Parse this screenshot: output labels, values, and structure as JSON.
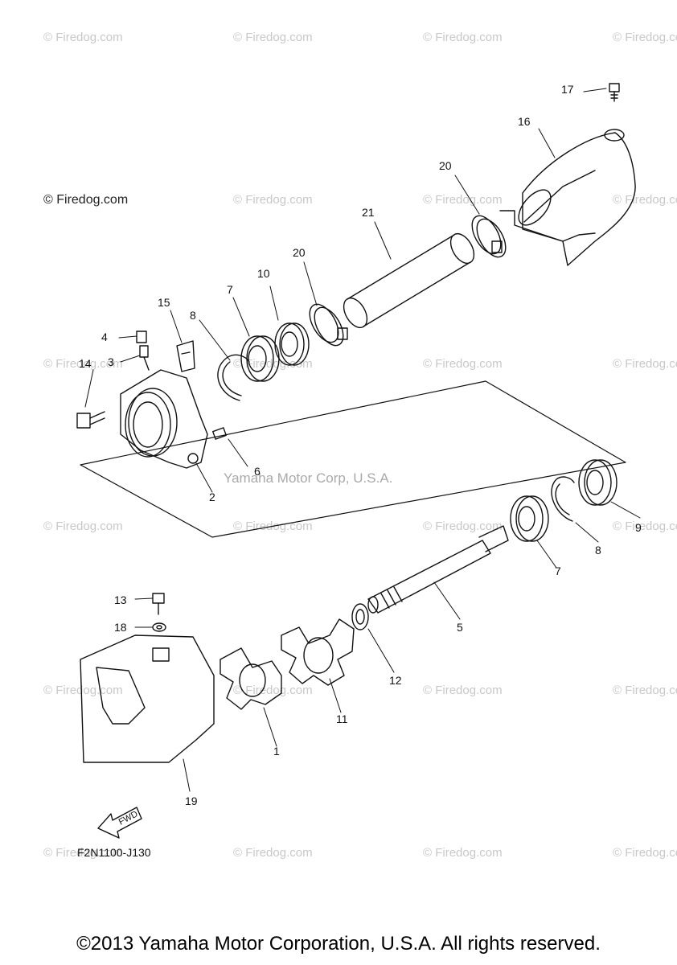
{
  "watermark": {
    "text": "© Firedog.com",
    "main_text": "© Firedog.com",
    "corp_text": "Yamaha Motor Corp, U.S.A."
  },
  "diagram": {
    "code": "F2N1100-J130",
    "fwd_label": "FWD",
    "callouts": [
      "1",
      "2",
      "3",
      "4",
      "5",
      "6",
      "7",
      "7",
      "8",
      "8",
      "9",
      "10",
      "11",
      "12",
      "13",
      "14",
      "15",
      "16",
      "17",
      "18",
      "19",
      "20",
      "20",
      "21"
    ]
  },
  "footer": {
    "copyright": "©2013 Yamaha Motor Corporation, U.S.A. All rights reserved."
  }
}
